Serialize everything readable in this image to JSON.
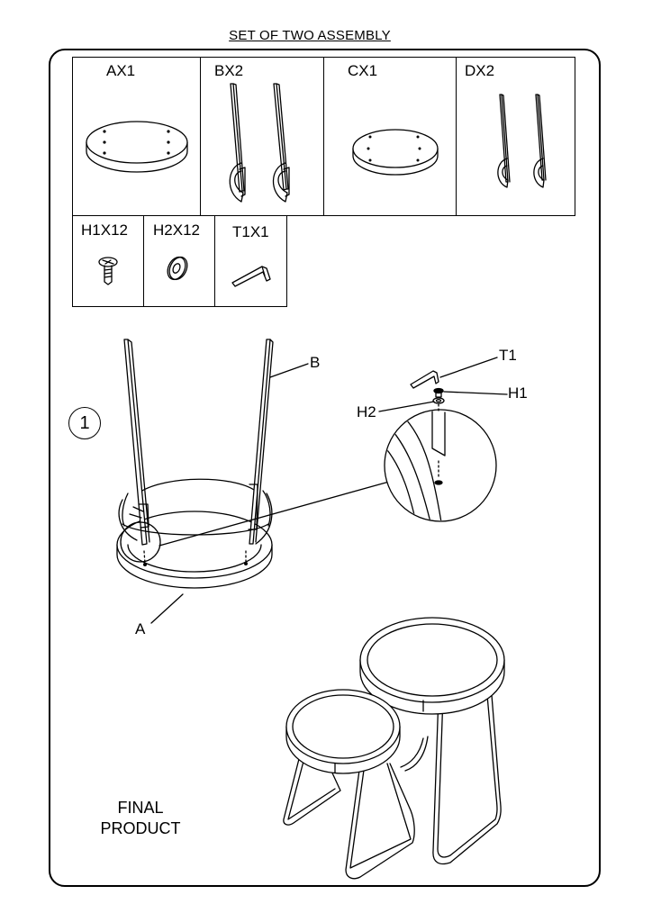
{
  "title": "SET OF TWO ASSEMBLY",
  "parts": [
    {
      "label": "AX1"
    },
    {
      "label": "BX2"
    },
    {
      "label": "CX1"
    },
    {
      "label": "DX2"
    }
  ],
  "hardware": [
    {
      "label": "H1X12"
    },
    {
      "label": "H2X12"
    },
    {
      "label": "T1X1"
    }
  ],
  "step": {
    "number": "1",
    "callouts": {
      "B": "B",
      "T1": "T1",
      "H1": "H1",
      "H2": "H2",
      "A": "A"
    }
  },
  "final_product": {
    "line1": "FINAL",
    "line2": "PRODUCT"
  }
}
